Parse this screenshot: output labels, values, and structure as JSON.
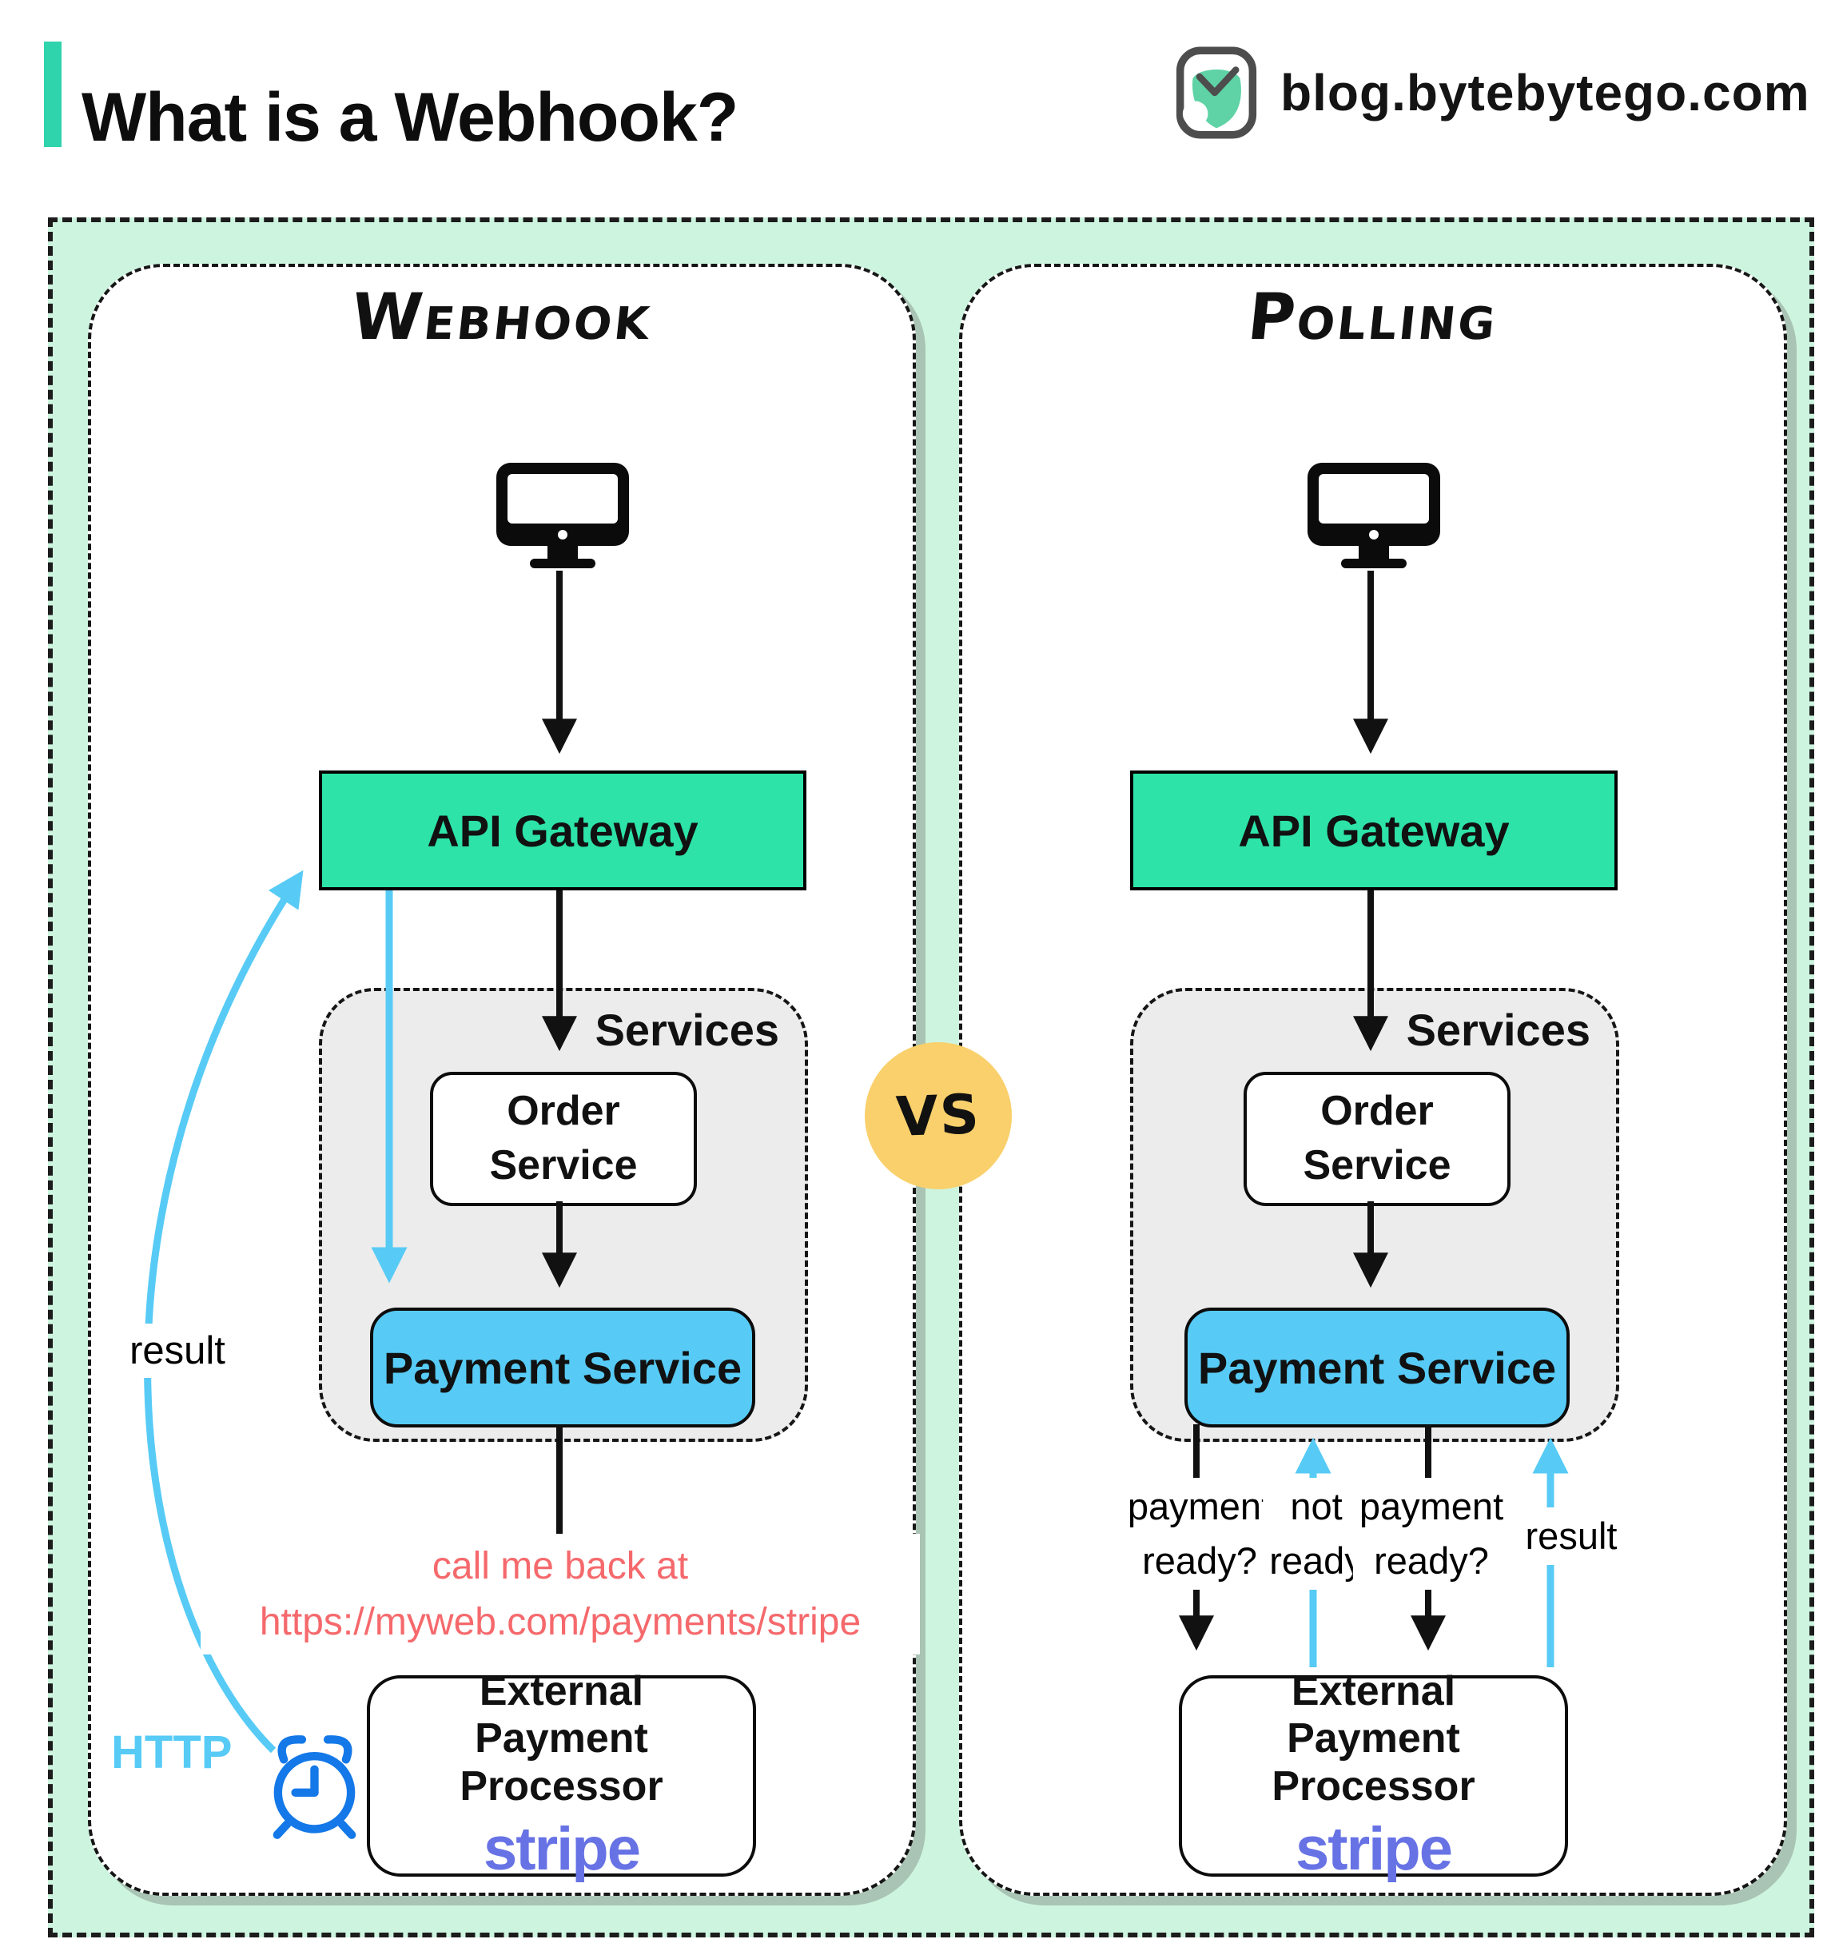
{
  "header": {
    "title": "What is a Webhook?",
    "site": "blog.bytebytego.com"
  },
  "vs_label": "VS",
  "webhook": {
    "title": "Webhook",
    "api_gateway": "API Gateway",
    "services_label": "Services",
    "order_line1": "Order",
    "order_line2": "Service",
    "payment_service": "Payment Service",
    "callback_line1": "call me back at",
    "callback_line2": "https://myweb.com/payments/stripe",
    "result_label": "result",
    "http_label": "HTTP",
    "external_line1": "External",
    "external_line2": "Payment Processor",
    "stripe": "stripe"
  },
  "polling": {
    "title": "Polling",
    "api_gateway": "API Gateway",
    "services_label": "Services",
    "order_line1": "Order",
    "order_line2": "Service",
    "payment_service": "Payment Service",
    "labels": {
      "q1_line1": "payment",
      "q1_line2": "ready?",
      "a1_line1": "not",
      "a1_line2": "ready",
      "q2_line1": "payment",
      "q2_line2": "ready?",
      "result": "result"
    },
    "external_line1": "External",
    "external_line2": "Payment Processor",
    "stripe": "stripe"
  },
  "colors": {
    "mint_bg": "#CDF4DF",
    "teal_accent": "#2FD3AC",
    "api_gateway_fill": "#2DE3A7",
    "payment_fill": "#57CBF5",
    "services_fill": "#ECECEC",
    "blue_arrow": "#57CBF5",
    "alarm_blue": "#1478E8",
    "callback_red": "#F5696C",
    "stripe_purple": "#6772E5",
    "vs_yellow": "#F9D06B",
    "panel_shadow": "#A9C4B4"
  }
}
